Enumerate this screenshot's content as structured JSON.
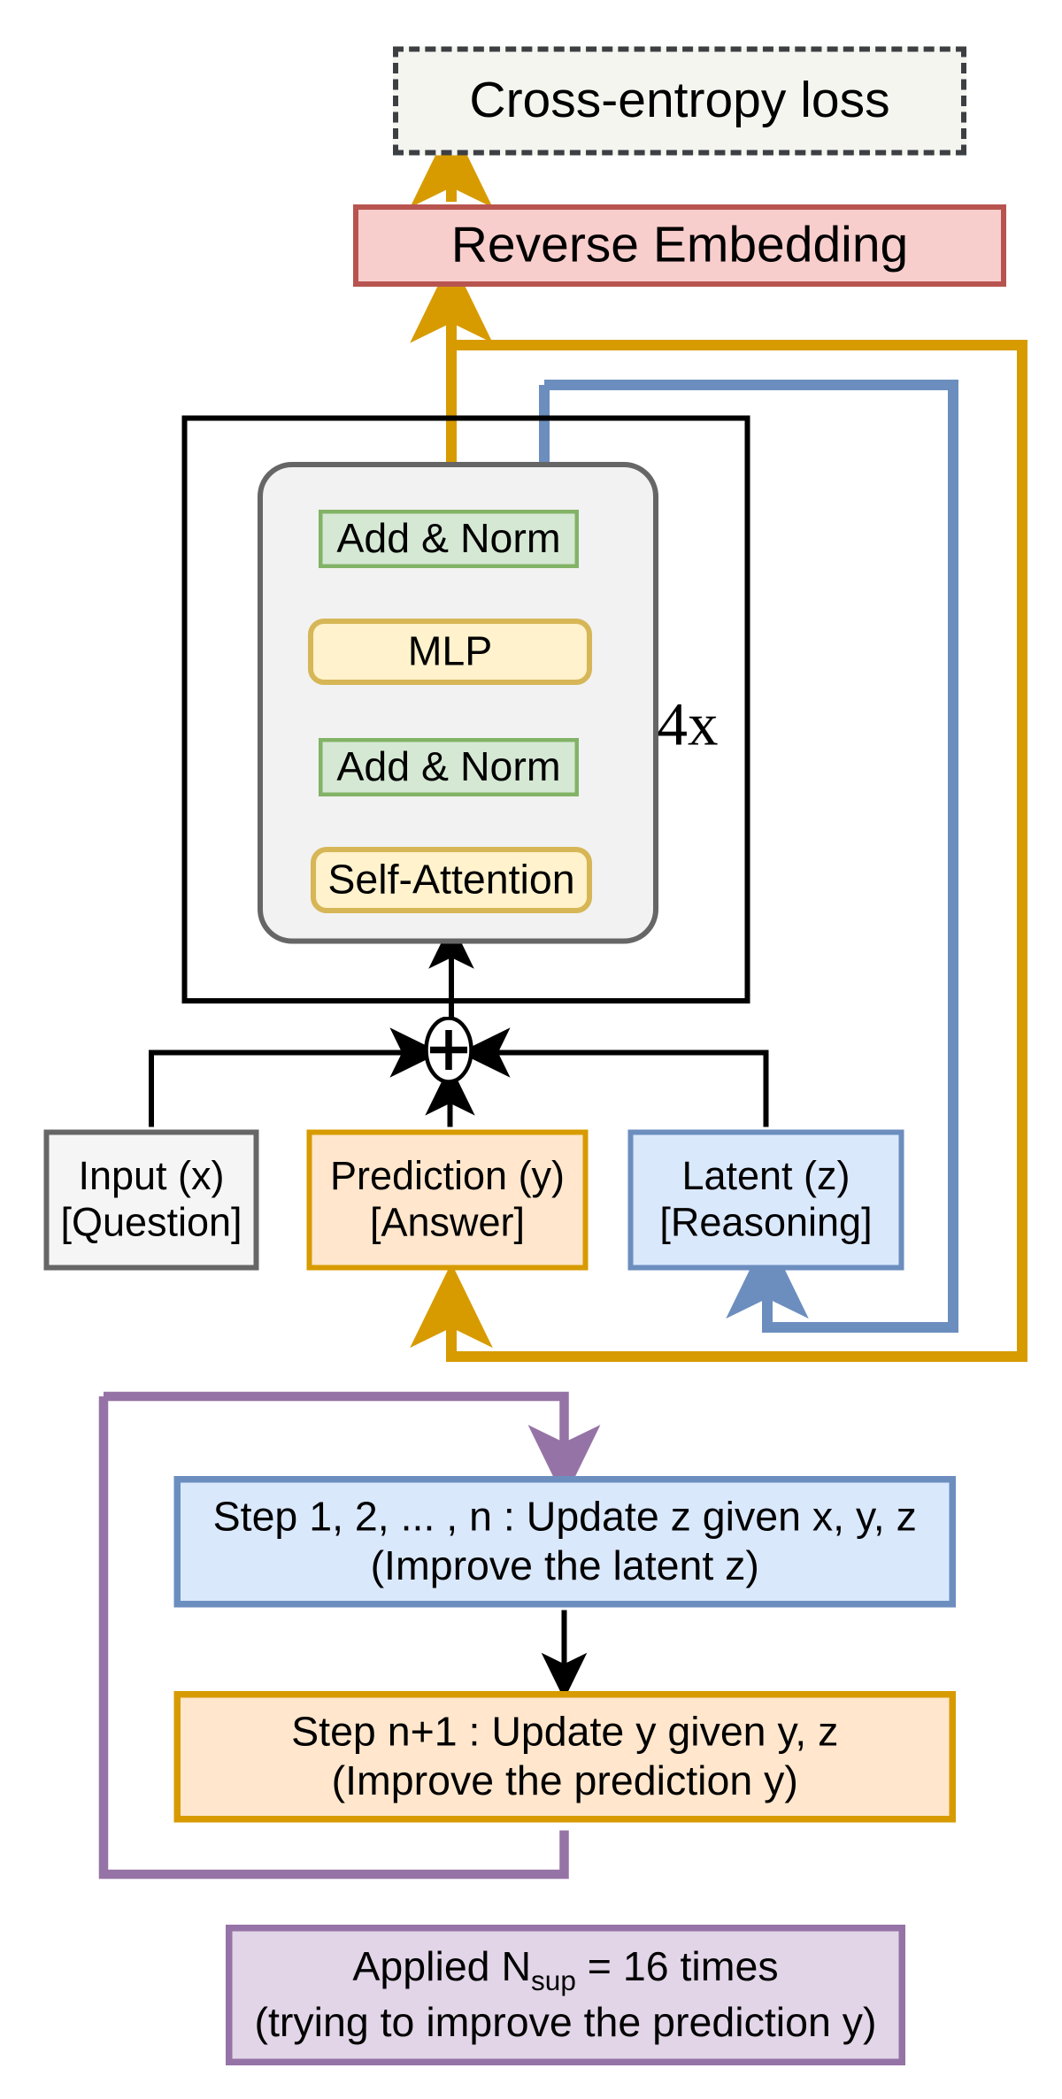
{
  "diagram": {
    "title": "Hierarchical Reasoning / Recurrent Latent Refinement Architecture",
    "colors": {
      "loss_fill": "#f5f5f0",
      "loss_border": "#3c4043",
      "reverse_embedding_fill": "#f8cecc",
      "reverse_embedding_border": "#b85450",
      "addnorm_fill": "#d5e8d4",
      "addnorm_border": "#82b366",
      "mlp_fill": "#fff2cc",
      "mlp_border": "#d6b656",
      "input_fill": "#f5f5f5",
      "input_border": "#666666",
      "prediction_fill": "#ffe6cc",
      "prediction_border": "#d79b00",
      "latent_fill": "#dae8fc",
      "latent_border": "#6c8ebf",
      "applied_fill": "#e1d5e7",
      "applied_border": "#9673a6",
      "arrow_gold": "#d79b00",
      "arrow_blue": "#6c8ebf",
      "arrow_purple": "#9673a6",
      "arrow_black": "#000000",
      "inner_block_fill": "#f2f2f2",
      "inner_block_border": "#666666"
    },
    "nodes": {
      "loss": "Cross-entropy loss",
      "reverse_embedding": "Reverse Embedding",
      "add_norm_upper": "Add & Norm",
      "mlp": "MLP",
      "add_norm_lower": "Add & Norm",
      "self_attention": "Self-Attention",
      "repeat_count": "4x",
      "input_line1": "Input (x)",
      "input_line2": "[Question]",
      "prediction_line1": "Prediction (y)",
      "prediction_line2": "[Answer]",
      "latent_line1": "Latent (z)",
      "latent_line2": "[Reasoning]",
      "step_1_n_line1": "Step 1, 2, ... , n : Update z given x, y, z",
      "step_1_n_line2": "(Improve the latent z)",
      "step_n1_line1": "Step n+1 : Update y given y, z",
      "step_n1_line2": "(Improve the prediction y)",
      "applied_prefix": "Applied N",
      "applied_subscript": "sup",
      "applied_suffix": " = 16 times",
      "applied_line2": "(trying to improve the prediction y)",
      "plus_symbol": "+"
    }
  }
}
